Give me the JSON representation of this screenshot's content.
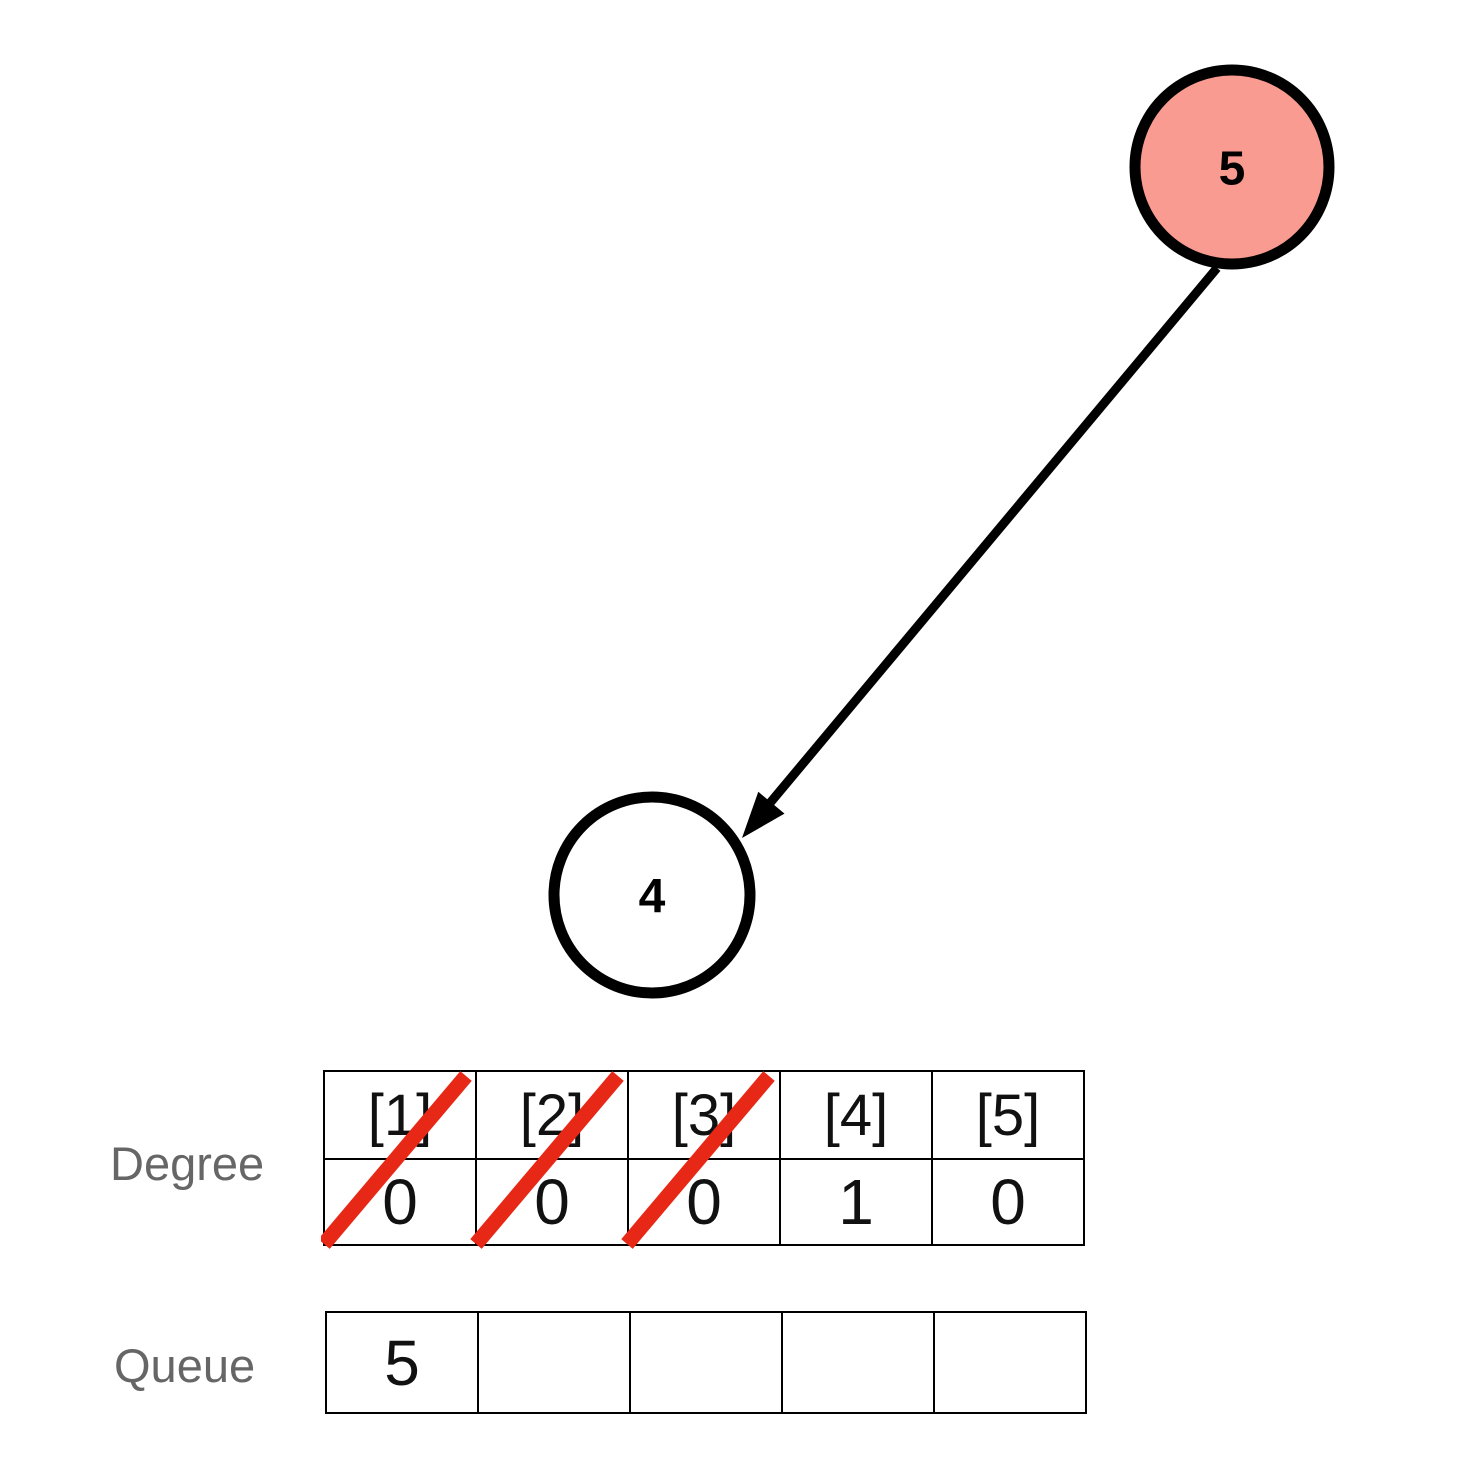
{
  "graph": {
    "nodes": [
      {
        "id": "5",
        "label": "5",
        "fill": "#F99B90",
        "highlighted": true
      },
      {
        "id": "4",
        "label": "4",
        "fill": "#FFFFFF",
        "highlighted": false
      }
    ],
    "edges": [
      {
        "from": "5",
        "to": "4",
        "directed": true
      }
    ]
  },
  "degree": {
    "label": "Degree",
    "headers": [
      "[1]",
      "[2]",
      "[3]",
      "[4]",
      "[5]"
    ],
    "values": [
      "0",
      "0",
      "0",
      "1",
      "0"
    ],
    "struck": [
      true,
      true,
      true,
      false,
      false
    ]
  },
  "queue": {
    "label": "Queue",
    "cells": [
      "5",
      "",
      "",
      "",
      ""
    ]
  },
  "colors": {
    "node_highlight": "#F99B90",
    "node_default": "#FFFFFF",
    "edge": "#000000",
    "strike": "#E82816",
    "label_gray": "#666666"
  }
}
